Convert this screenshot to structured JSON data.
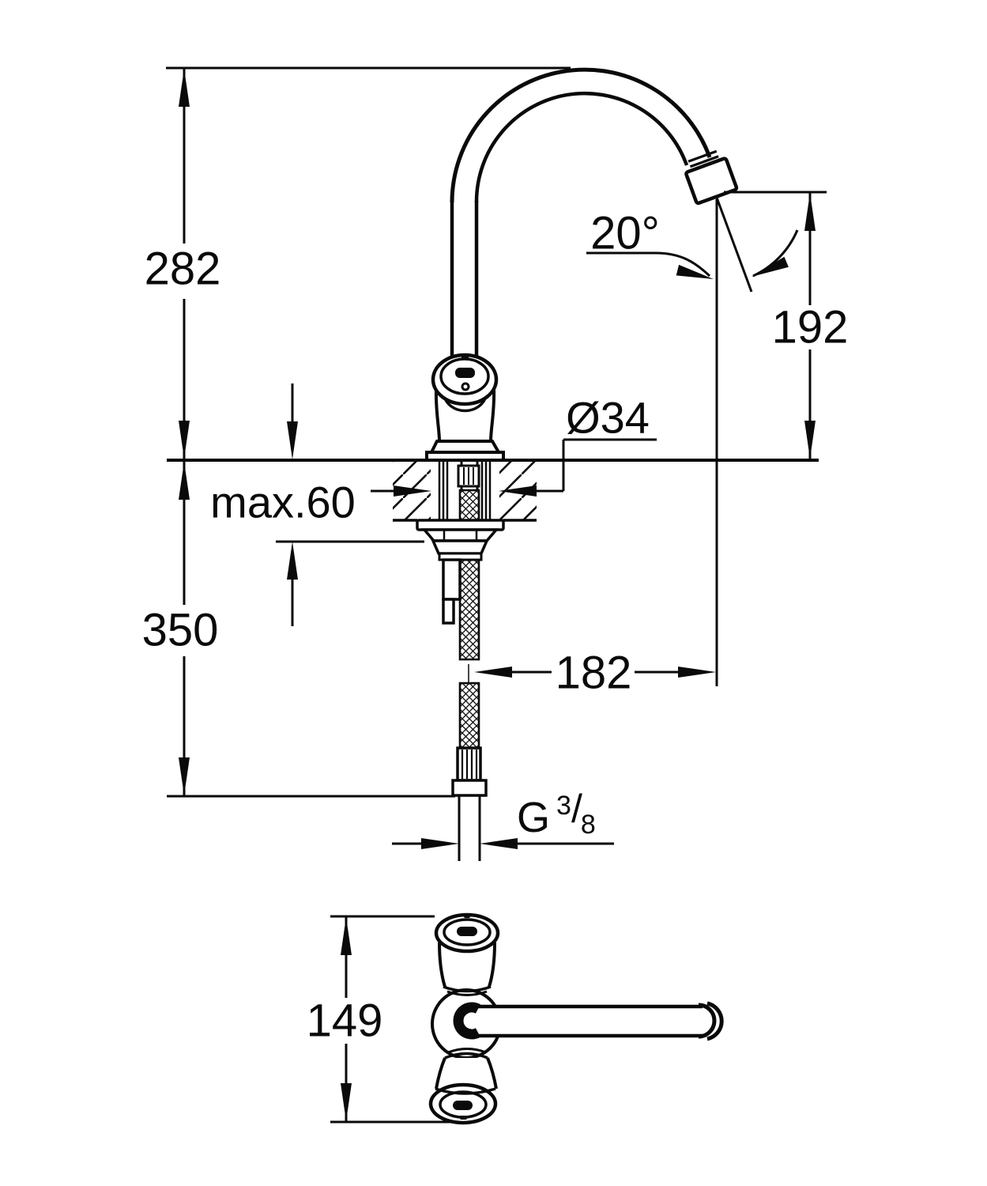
{
  "drawing": {
    "kind": "faucet installation dimension drawing",
    "colors": {
      "background": "#ffffff",
      "line": "#0a0a0a"
    },
    "front_view": {
      "overall_height": "282",
      "outlet_height": "192",
      "outlet_angle": "20°",
      "hole_diameter": "Ø34",
      "max_deck_thickness": "max.60",
      "below_deck_length": "350",
      "spout_reach": "182",
      "thread": {
        "g": "G",
        "numerator": "3",
        "slash": "/",
        "denominator": "8"
      }
    },
    "top_view": {
      "handle_span": "149"
    }
  }
}
